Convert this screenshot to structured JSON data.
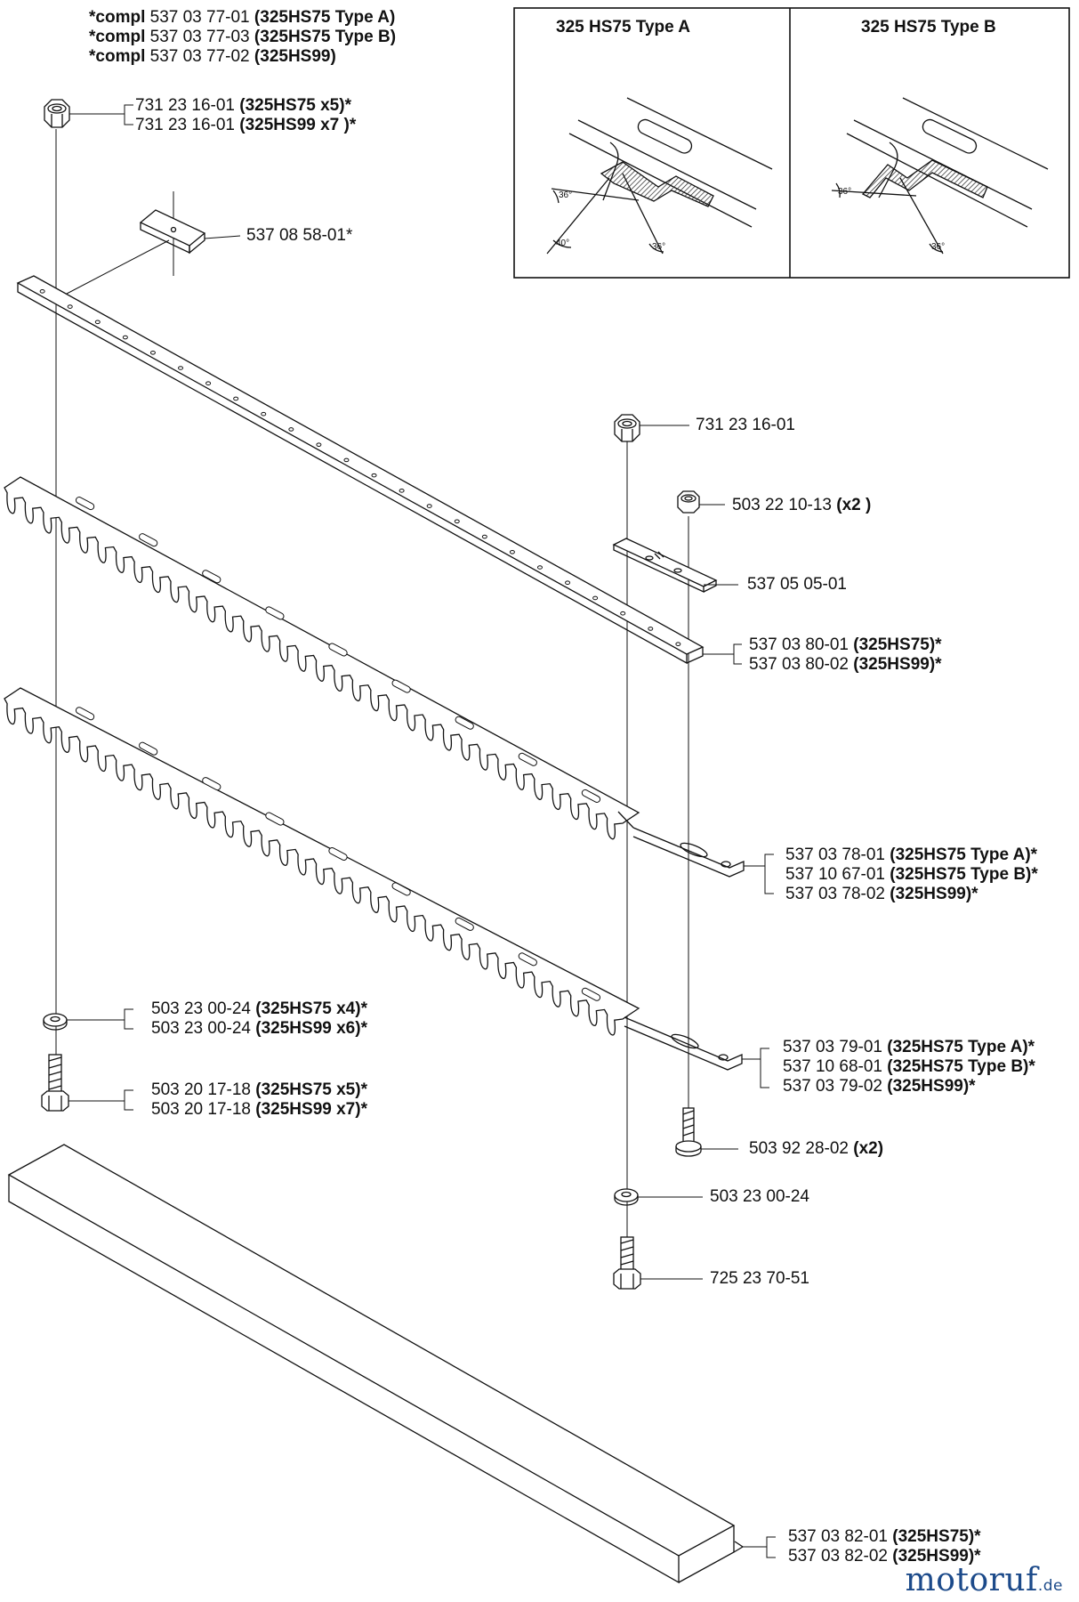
{
  "header": {
    "compl_lines": [
      {
        "prefix": "*compl",
        "code": "537 03 77-01",
        "model": "(325HS75 Type A)"
      },
      {
        "prefix": "*compl",
        "code": "537 03 77-03",
        "model": "(325HS75 Type B)"
      },
      {
        "prefix": "*compl",
        "code": "537 03 77-02",
        "model": "(325HS99)"
      }
    ]
  },
  "inset": {
    "type_a_title": "325 HS75 Type A",
    "type_b_title": "325 HS75 Type B",
    "type_a_angles": [
      "36°",
      "40°",
      "36°"
    ],
    "type_b_angles": [
      "36°",
      "36°"
    ]
  },
  "parts": {
    "nut_top": [
      {
        "code": "731 23 16-01",
        "model": "(325HS75 x5)*"
      },
      {
        "code": "731 23 16-01",
        "model": "(325HS99 x7 )*"
      }
    ],
    "clip": {
      "code": "537 08 58-01*"
    },
    "nut_right": {
      "code": "731 23 16-01"
    },
    "nut_small": {
      "code": "503 22 10-13",
      "model": "(x2 )"
    },
    "plate": {
      "code": "537 05 05-01"
    },
    "bar": [
      {
        "code": "537 03 80-01",
        "model": "(325HS75)*"
      },
      {
        "code": "537 03 80-02",
        "model": "(325HS99)*"
      }
    ],
    "blade_upper": [
      {
        "code": "537 03 78-01",
        "model": "(325HS75 Type A)*"
      },
      {
        "code": "537 10 67-01",
        "model": "(325HS75 Type B)*"
      },
      {
        "code": "537 03 78-02",
        "model": "(325HS99)*"
      }
    ],
    "washer_left": [
      {
        "code": "503 23 00-24",
        "model": "(325HS75 x4)*"
      },
      {
        "code": "503 23 00-24",
        "model": "(325HS99 x6)*"
      }
    ],
    "bolt_left": [
      {
        "code": "503 20 17-18",
        "model": "(325HS75 x5)*"
      },
      {
        "code": "503 20 17-18",
        "model": "(325HS99 x7)*"
      }
    ],
    "blade_lower": [
      {
        "code": "537 03 79-01",
        "model": "(325HS75 Type A)*"
      },
      {
        "code": "537 10 68-01",
        "model": "(325HS75 Type B)*"
      },
      {
        "code": "537 03 79-02",
        "model": "(325HS99)*"
      }
    ],
    "screw_small": {
      "code": "503 92 28-02",
      "model": "(x2)"
    },
    "washer_right": {
      "code": "503 23 00-24"
    },
    "bolt_right": {
      "code": "725 23 70-51"
    },
    "guard": [
      {
        "code": "537 03 82-01",
        "model": "(325HS75)*"
      },
      {
        "code": "537 03 82-02",
        "model": "(325HS99)*"
      }
    ]
  },
  "watermark": {
    "brand": "motoruf",
    "suffix": ".de"
  }
}
